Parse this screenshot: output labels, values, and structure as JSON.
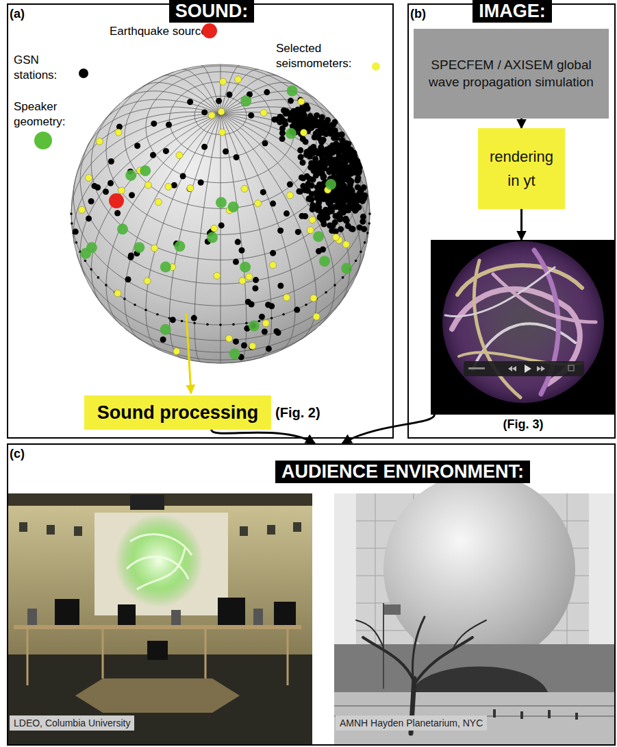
{
  "diagram": {
    "nodes": [
      {
        "text": [
          "(a)",
          "SOUND:"
        ]
      },
      {
        "text": [
          "Sound processing",
          "(Fig. 2)"
        ],
        "in": 0
      },
      {
        "text": [
          "(b)",
          "IMAGE:"
        ]
      },
      {
        "text": [
          "SPECFEM / AXISEM global wave propagation simulation"
        ],
        "in": 2
      },
      {
        "text": [
          "rendering in yt"
        ],
        "in": 2
      },
      {
        "text": [
          "(Fig. 3)"
        ],
        "in": 2
      },
      {
        "text": [
          "(c)",
          "AUDIENCE ENVIRONMENT:"
        ]
      },
      {
        "text": [
          "LDEO, Columbia University"
        ],
        "in": 6
      },
      {
        "text": [
          "AMNH Hayden Planetarium, NYC"
        ],
        "in": 6
      }
    ],
    "edges": [
      {
        "from": 3,
        "to": 4,
        "arrow": "to"
      },
      {
        "from": 4,
        "to": 5,
        "arrow": "to"
      },
      {
        "from": 1,
        "to": 6,
        "arrow": "to"
      },
      {
        "from": 5,
        "to": 6,
        "arrow": "to"
      }
    ],
    "legend": [
      {
        "text": "GSN stations:",
        "color": "#000000"
      },
      {
        "text": "Earthquake source:",
        "color": "#e8231c"
      },
      {
        "text": "Selected seismometers:",
        "color": "#f2f23a"
      },
      {
        "text": "Speaker geometry:",
        "color": "#5cbf3a"
      }
    ]
  }
}
